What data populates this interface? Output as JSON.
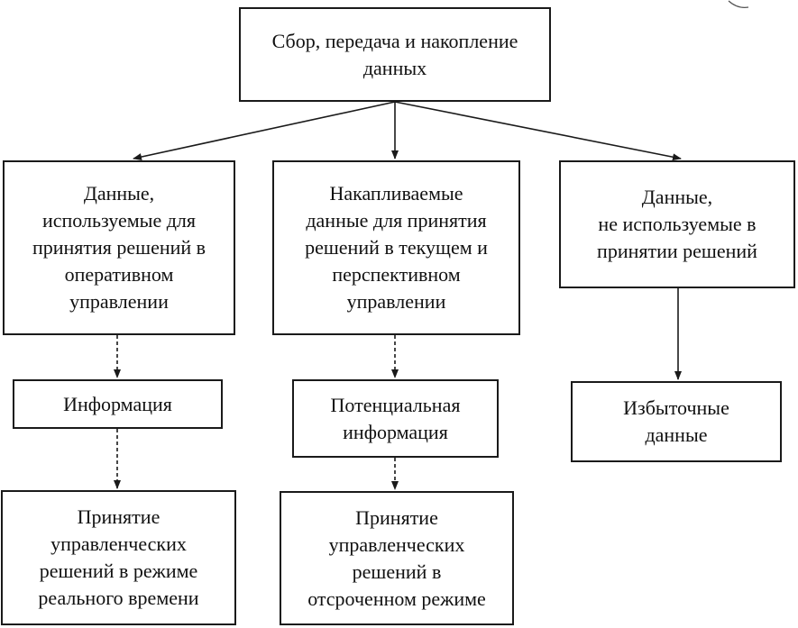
{
  "nodes": {
    "root": {
      "text": "Сбор, передача и накопление\nданных"
    },
    "data_oper": {
      "text": "Данные,\nиспользуемые для\nпринятия решений в\nоперативном\nуправлении"
    },
    "data_accum": {
      "text": "Накапливаемые\nданные для принятия\nрешений в текущем и\nперспективном\nуправлении"
    },
    "data_unused": {
      "text": "Данные,\nне используемые в\nпринятии решений"
    },
    "information": {
      "text": "Информация"
    },
    "potential_info": {
      "text": "Потенциальная\nинформация"
    },
    "redundant": {
      "text": "Избыточные\nданные"
    },
    "decision_realtime": {
      "text": "Принятие\nуправленческих\nрешений в режиме\nреального времени"
    },
    "decision_deferred": {
      "text": "Принятие\nуправленческих\nрешений в\nотсроченном режиме"
    }
  },
  "edges": [
    {
      "from": "root",
      "to": "data_oper",
      "style": "solid"
    },
    {
      "from": "root",
      "to": "data_accum",
      "style": "solid"
    },
    {
      "from": "root",
      "to": "data_unused",
      "style": "solid"
    },
    {
      "from": "data_oper",
      "to": "information",
      "style": "dashed"
    },
    {
      "from": "data_accum",
      "to": "potential_info",
      "style": "dashed"
    },
    {
      "from": "data_unused",
      "to": "redundant",
      "style": "solid"
    },
    {
      "from": "information",
      "to": "decision_realtime",
      "style": "dashed"
    },
    {
      "from": "potential_info",
      "to": "decision_deferred",
      "style": "dashed"
    }
  ]
}
